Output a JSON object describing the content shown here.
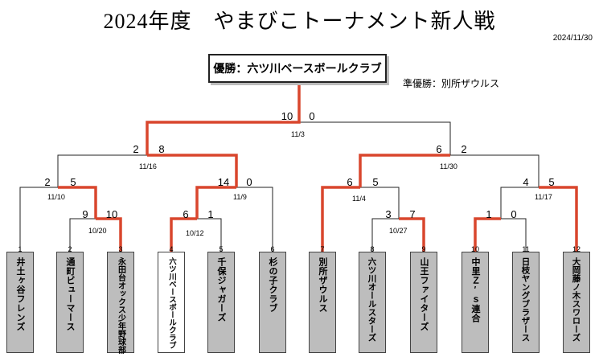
{
  "title": "2024年度　やまびこトーナメント新人戦",
  "date": "2024/11/30",
  "winner": "優勝：六ツ川ベースボールクラブ",
  "runner_up": "準優勝：別所ザウルス",
  "teams": [
    {
      "seed": "1",
      "name": "井土ヶ谷フレンズ"
    },
    {
      "seed": "2",
      "name": "通町ビューマース"
    },
    {
      "seed": "3",
      "name": "永田台オックス少年野球部"
    },
    {
      "seed": "4",
      "name": "六ツ川ベースボールクラブ"
    },
    {
      "seed": "5",
      "name": "千保ジャガーズ"
    },
    {
      "seed": "6",
      "name": "杉の子クラブ"
    },
    {
      "seed": "7",
      "name": "別所ザウルス"
    },
    {
      "seed": "8",
      "name": "六ツ川オールスターズ"
    },
    {
      "seed": "9",
      "name": "山王ファイターズ"
    },
    {
      "seed": "10",
      "name": "中里Ｚ′ｓ連合"
    },
    {
      "seed": "11",
      "name": "日枝ヤングブラザース"
    },
    {
      "seed": "12",
      "name": "大岡藤ノ木スワローズ"
    }
  ],
  "matches": [
    {
      "name": "match-2-3",
      "left_score": "9",
      "right_score": "10",
      "date": "10/20"
    },
    {
      "name": "match-4-5",
      "left_score": "6",
      "right_score": "1",
      "date": "10/12"
    },
    {
      "name": "match-8-9",
      "left_score": "3",
      "right_score": "7",
      "date": "10/27"
    },
    {
      "name": "match-10-11",
      "left_score": "1",
      "right_score": "0",
      "date": ""
    },
    {
      "name": "match-qf-1",
      "left_score": "2",
      "right_score": "5",
      "date": "11/10"
    },
    {
      "name": "match-qf-2",
      "left_score": "14",
      "right_score": "0",
      "date": "11/9"
    },
    {
      "name": "match-qf-3",
      "left_score": "6",
      "right_score": "5",
      "date": "11/4"
    },
    {
      "name": "match-qf-4",
      "left_score": "4",
      "right_score": "5",
      "date": "11/17"
    },
    {
      "name": "semifinal-1",
      "left_score": "2",
      "right_score": "8",
      "date": "11/16"
    },
    {
      "name": "semifinal-2",
      "left_score": "6",
      "right_score": "2",
      "date": "11/30"
    },
    {
      "name": "final",
      "left_score": "10",
      "right_score": "0",
      "date": "11/3"
    }
  ]
}
